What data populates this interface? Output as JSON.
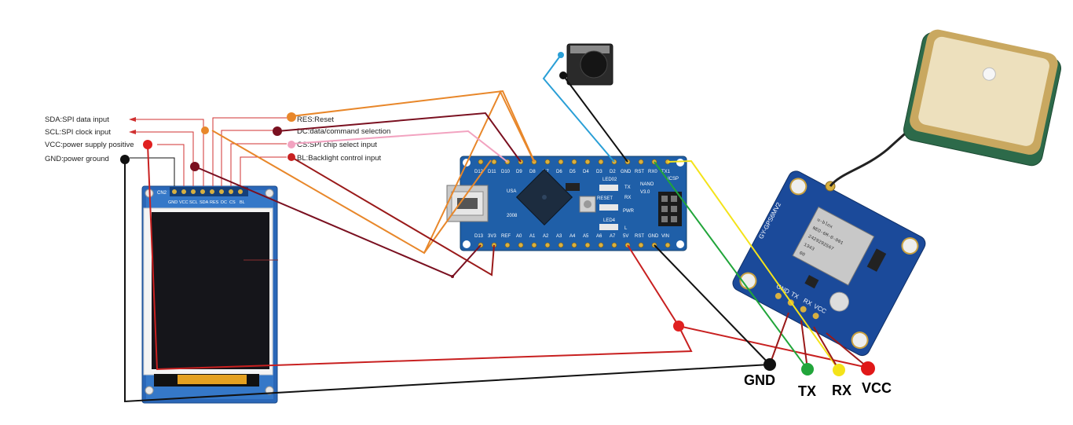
{
  "tft": {
    "cn2_label": "CN2",
    "pins": [
      "GND",
      "VCC",
      "SCL",
      "SDA",
      "RES",
      "DC",
      "CS",
      "BL"
    ]
  },
  "tft_legend": {
    "sda": "SDA:SPI data input",
    "scl": "SCL:SPI clock input",
    "vcc": "VCC:power supply positive",
    "gnd": "GND:power ground",
    "res": "RES:Reset",
    "dc": "DC:data/command selection",
    "cs": "CS:SPI chip select input",
    "bl": "BL:Backlight control input"
  },
  "nano": {
    "top_pins": [
      "D12",
      "D11",
      "D10",
      "D9",
      "D8",
      "D7",
      "D6",
      "D5",
      "D4",
      "D3",
      "D2",
      "GND",
      "RST",
      "RX0",
      "TX1"
    ],
    "bottom_pins": [
      "D13",
      "3V3",
      "REF",
      "A0",
      "A1",
      "A2",
      "A3",
      "A4",
      "A5",
      "A6",
      "A7",
      "5V",
      "RST",
      "GND",
      "VIN"
    ],
    "labels": [
      "TX",
      "RX",
      "PWR",
      "L",
      "NANO",
      "V3.0",
      "ICSP",
      "USA",
      "2008",
      "RESET",
      "LED4",
      "LED02"
    ]
  },
  "gps": {
    "model": "GY-GPS6MV2",
    "chip_lines": [
      "u-blox",
      "NEO-6M-0-001",
      "2429292567",
      "1343",
      "00"
    ],
    "pins": [
      "GND",
      "TX",
      "RX",
      "VCC"
    ],
    "big_labels": {
      "gnd": "GND",
      "tx": "TX",
      "rx": "RX",
      "vcc": "VCC"
    }
  },
  "colors": {
    "wire_orange": "#e8872a",
    "wire_maroon": "#7a1020",
    "wire_pink": "#f2a3c0",
    "wire_red": "#c82020",
    "wire_dark_red": "#9a1a1a",
    "wire_black": "#111111",
    "wire_blue": "#2a9fd6",
    "wire_green": "#21a53a",
    "wire_yellow": "#f4e31a",
    "board_blue": "#1f5fa8",
    "gps_blue": "#1b4a9a",
    "antenna_beige": "#e8d7a6"
  }
}
